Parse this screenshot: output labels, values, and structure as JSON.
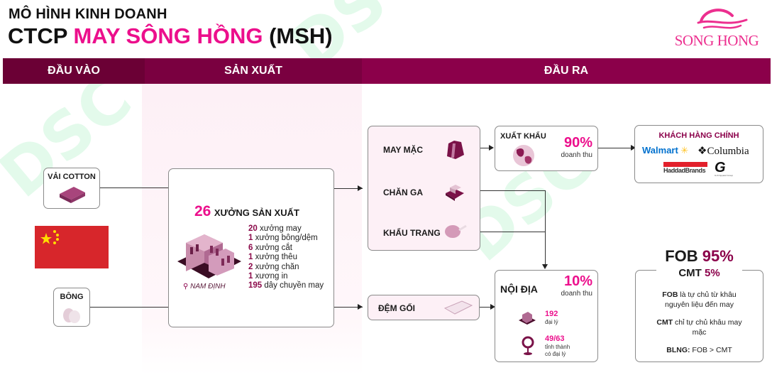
{
  "header": {
    "subtitle": "MÔ HÌNH KINH DOANH",
    "title_prefix": "CTCP ",
    "title_accent": "MAY SÔNG HỒNG",
    "title_suffix": " (MSH)",
    "logo_text": "SONG HONG"
  },
  "bands": {
    "input": "ĐẦU VÀO",
    "production": "SẢN XUẤT",
    "output": "ĐẦU RA"
  },
  "inputs": {
    "cotton": "VẢI COTTON",
    "cotton_source_flag": "china-flag",
    "fiber": "BÔNG"
  },
  "production": {
    "count": "26",
    "count_label": "XƯỞNG SẢN XUẤT",
    "location": "NAM ĐỊNH",
    "items": [
      {
        "num": "20",
        "text": "xưởng may"
      },
      {
        "num": "1",
        "text": "xưởng bông/dệm"
      },
      {
        "num": "6",
        "text": "xưởng cắt"
      },
      {
        "num": "1",
        "text": "xưởng thêu"
      },
      {
        "num": "2",
        "text": "xưởng chăn"
      },
      {
        "num": "1",
        "text": "xương in"
      },
      {
        "num": "195",
        "text": "dây chuyền may"
      }
    ]
  },
  "products": {
    "apparel": "MAY MẶC",
    "bedding": "CHĂN GA",
    "masks": "KHẨU TRANG",
    "cushions": "ĐỆM GỐI"
  },
  "export": {
    "label": "XUẤT KHẨU",
    "pct": "90%",
    "pct_label": "doanh thu"
  },
  "customers": {
    "title": "KHÁCH HÀNG CHÍNH",
    "list": [
      "Walmart",
      "Columbia",
      "HaddadBrands",
      "G-III Apparel Group"
    ]
  },
  "domestic": {
    "label": "NỘI ĐỊA",
    "pct": "10%",
    "pct_label": "doanh thu",
    "agents": "192",
    "agents_label": "đại lý",
    "provinces": "49/63",
    "provinces_label_1": "tỉnh thành",
    "provinces_label_2": "có đại lý"
  },
  "model": {
    "fob_label": "FOB",
    "fob_pct": "95%",
    "cmt_label": "CMT",
    "cmt_pct": "5%",
    "fob_desc_bold": "FOB",
    "fob_desc": " là tự chủ từ khâu nguyên liệu đến may",
    "cmt_desc_bold": "CMT",
    "cmt_desc": " chỉ tự chủ khâu may mặc",
    "margin_bold": "BLNG:",
    "margin": " FOB > CMT"
  },
  "colors": {
    "brand_pink": "#ec0f8c",
    "maroon": "#8b004a",
    "light_pink": "#fdf0f6"
  }
}
